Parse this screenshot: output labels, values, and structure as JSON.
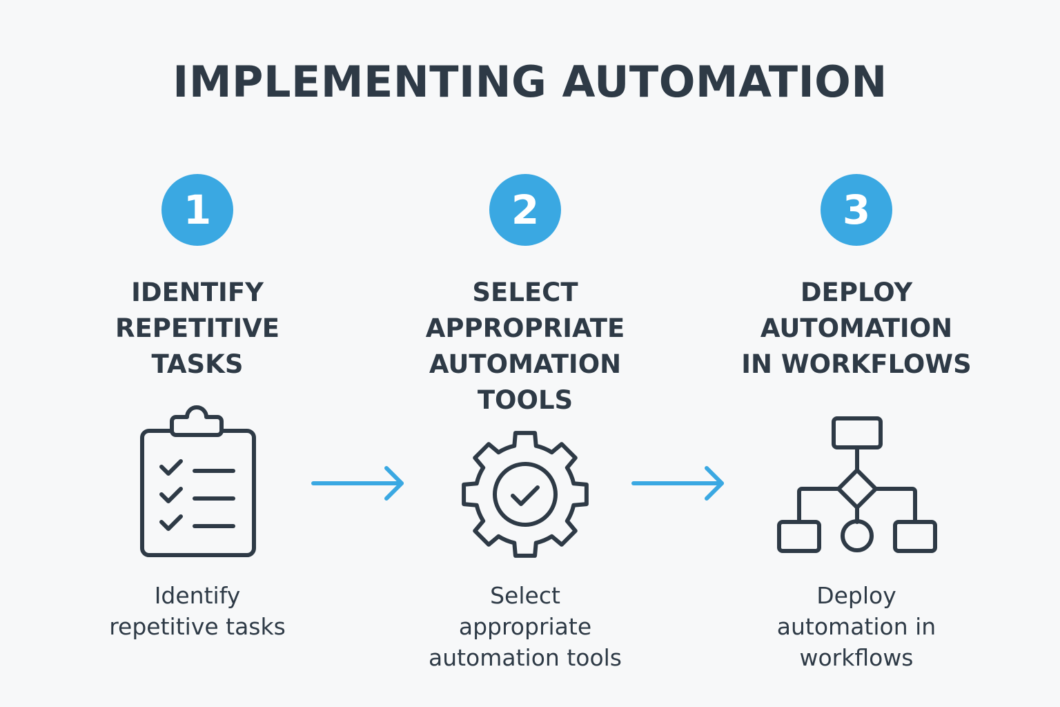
{
  "title": "IMPLEMENTING AUTOMATION",
  "accent_color": "#3aa8e2",
  "steps": [
    {
      "number": "1",
      "heading_lines": [
        "IDENTIFY",
        "REPETITIVE",
        "TASKS"
      ],
      "icon": "clipboard-checklist-icon",
      "description_lines": [
        "Identify",
        "repetitive tasks"
      ]
    },
    {
      "number": "2",
      "heading_lines": [
        "SELECT",
        "APPROPRIATE",
        "AUTOMATION",
        "TOOLS"
      ],
      "icon": "gear-check-icon",
      "description_lines": [
        "Select",
        "appropriate",
        "automation tools"
      ]
    },
    {
      "number": "3",
      "heading_lines": [
        "DEPLOY",
        "AUTOMATION",
        "IN WORKFLOWS"
      ],
      "icon": "workflow-diagram-icon",
      "description_lines": [
        "Deploy",
        "automation in",
        "workflows"
      ]
    }
  ]
}
